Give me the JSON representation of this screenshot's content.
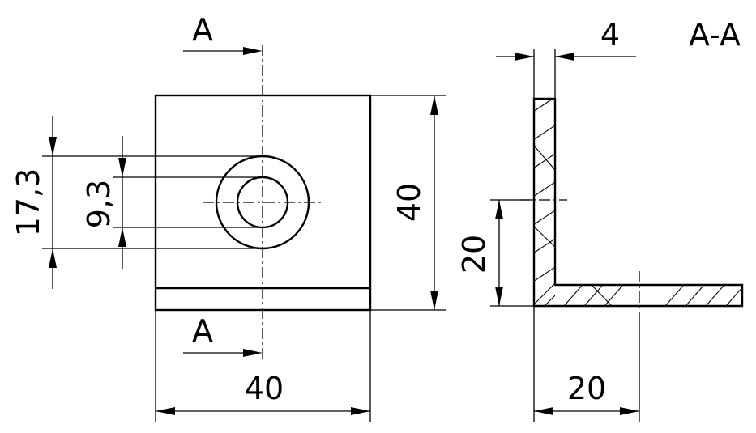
{
  "labels": {
    "section_top": "A",
    "section_bottom": "A",
    "section_title": "A-A"
  },
  "dimensions": {
    "front_width": "40",
    "front_height": "40",
    "outer_diameter": "17,3",
    "inner_diameter": "9,3",
    "thickness": "4",
    "side_height": "20",
    "side_width": "20"
  }
}
